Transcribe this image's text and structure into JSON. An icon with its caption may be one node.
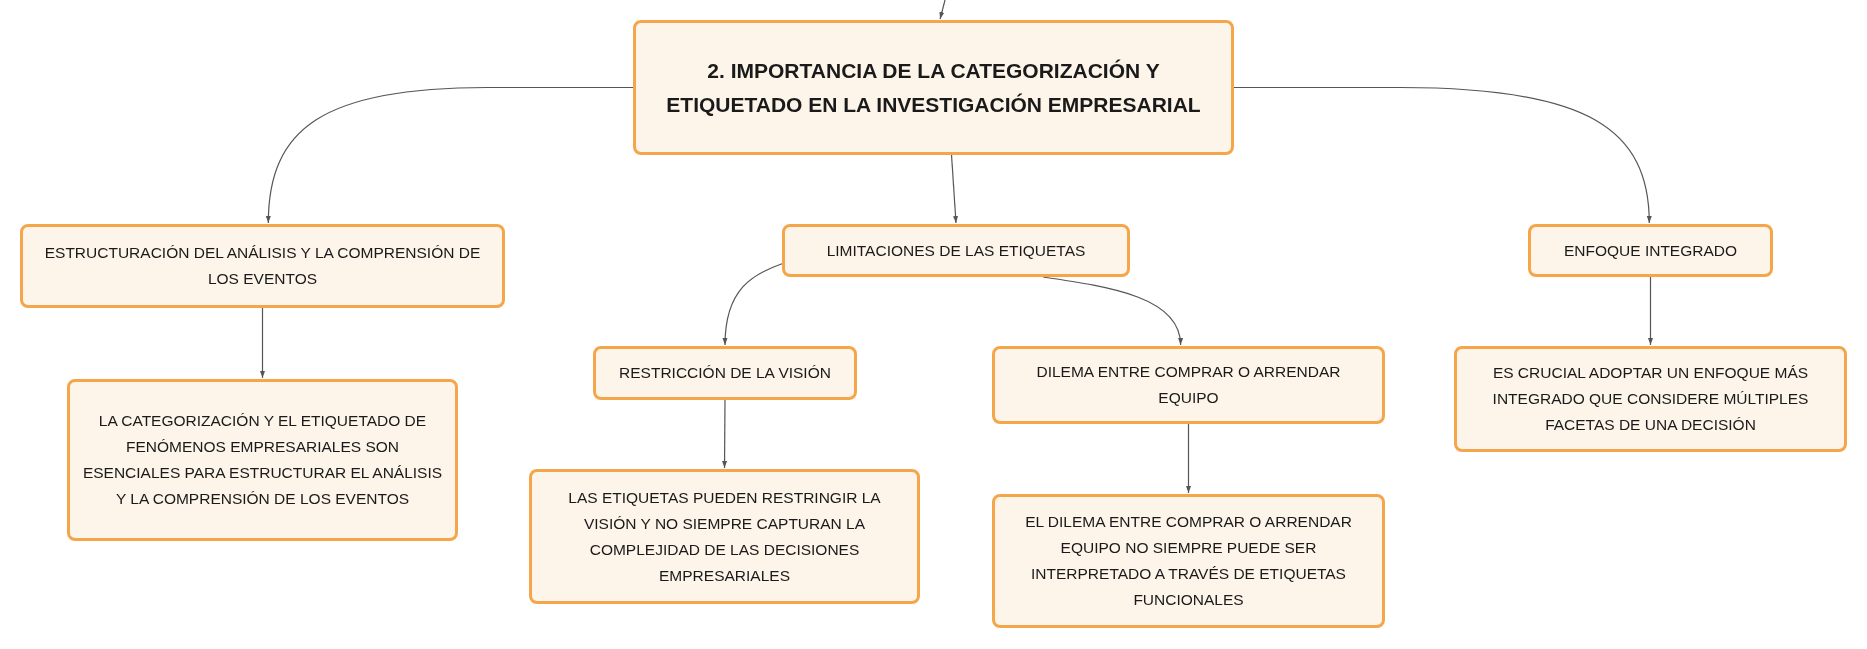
{
  "diagram": {
    "nodes": [
      {
        "text": [
          "2. IMPORTANCIA DE LA CATEGORIZACIÓN Y ETIQUETADO EN LA INVESTIGACIÓN EMPRESARIAL"
        ]
      },
      {
        "text": [
          "ESTRUCTURACIÓN DEL ANÁLISIS Y LA COMPRENSIÓN DE LOS EVENTOS"
        ]
      },
      {
        "text": [
          "LA CATEGORIZACIÓN Y EL ETIQUETADO DE FENÓMENOS EMPRESARIALES SON ESENCIALES PARA ESTRUCTURAR EL ANÁLISIS Y LA COMPRENSIÓN DE LOS EVENTOS"
        ]
      },
      {
        "text": [
          "LIMITACIONES DE LAS ETIQUETAS"
        ]
      },
      {
        "text": [
          "RESTRICCIÓN DE LA VISIÓN"
        ]
      },
      {
        "text": [
          "LAS ETIQUETAS PUEDEN RESTRINGIR LA VISIÓN Y NO SIEMPRE CAPTURAN LA COMPLEJIDAD DE LAS DECISIONES EMPRESARIALES"
        ]
      },
      {
        "text": [
          "DILEMA ENTRE COMPRAR O ARRENDAR EQUIPO"
        ]
      },
      {
        "text": [
          "EL DILEMA ENTRE COMPRAR O ARRENDAR EQUIPO NO SIEMPRE PUEDE SER INTERPRETADO A TRAVÉS DE ETIQUETAS FUNCIONALES"
        ]
      },
      {
        "text": [
          "ENFOQUE INTEGRADO"
        ]
      },
      {
        "text": [
          "ES CRUCIAL ADOPTAR UN ENFOQUE MÁS INTEGRADO QUE CONSIDERE MÚLTIPLES FACETAS DE UNA DECISIÓN"
        ]
      }
    ],
    "edges": [
      {
        "from": null,
        "to": 0,
        "arrow": "to"
      },
      {
        "from": 0,
        "to": 1,
        "arrow": "to"
      },
      {
        "from": 0,
        "to": 3,
        "arrow": "to"
      },
      {
        "from": 0,
        "to": 8,
        "arrow": "to"
      },
      {
        "from": 1,
        "to": 2,
        "arrow": "to"
      },
      {
        "from": 3,
        "to": 4,
        "arrow": "to"
      },
      {
        "from": 3,
        "to": 6,
        "arrow": "to"
      },
      {
        "from": 4,
        "to": 5,
        "arrow": "to"
      },
      {
        "from": 6,
        "to": 7,
        "arrow": "to"
      },
      {
        "from": 8,
        "to": 9,
        "arrow": "to"
      }
    ]
  }
}
